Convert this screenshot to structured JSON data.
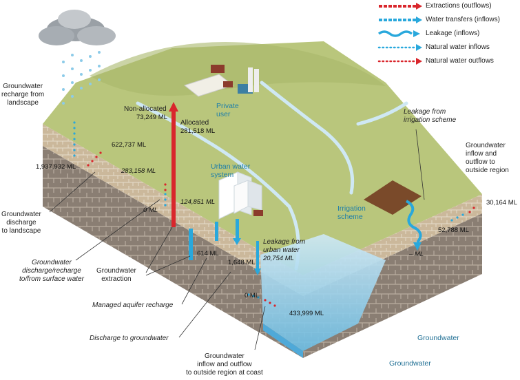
{
  "legend": [
    {
      "label": "Extractions (outflows)",
      "style": "dashed",
      "color": "#d9262c"
    },
    {
      "label": "Water transfers (inflows)",
      "style": "dashed",
      "color": "#29a8dc"
    },
    {
      "label": "Leakage (inflows)",
      "style": "wavy",
      "color": "#29a8dc"
    },
    {
      "label": "Natural water inflows",
      "style": "dotted",
      "color": "#29a8dc"
    },
    {
      "label": "Natural water outflows",
      "style": "dotted",
      "color": "#d9262c"
    }
  ],
  "labels": {
    "recharge_from_landscape": "Groundwater\nrecharge from\nlandscape",
    "discharge_to_landscape": "Groundwater\ndischarge\nto landscape",
    "discharge_recharge_surface": "Groundwater\ndischarge/recharge\nto/from surface water",
    "extraction": "Groundwater\nextraction",
    "managed_aquifer_recharge": "Managed aquifer recharge",
    "discharge_to_groundwater": "Discharge to groundwater",
    "inflow_outflow_coast": "Groundwater\ninflow and outflow\nto outside region at coast",
    "non_allocated": "Non-allocated",
    "allocated": "Allocated",
    "private_user": "Private\nuser",
    "urban_water_system": "Urban water\nsystem",
    "leakage_urban": "Leakage from\nurban water",
    "leakage_irrigation": "Leakage from\nirrigation scheme",
    "irrigation_scheme": "Irrigation\nscheme",
    "inflow_outflow_region": "Groundwater\ninflow and\noutflow to\noutside region",
    "groundwater_1": "Groundwater",
    "groundwater_2": "Groundwater"
  },
  "values": {
    "recharge_landscape": "1,937,932 ML",
    "discharge_landscape": "622,737 ML",
    "surface_discharge": "283,158 ML",
    "surface_recharge": "0 ML",
    "non_allocated": "73,249 ML",
    "allocated": "281,518 ML",
    "mar": "124,851 ML",
    "mar_inflow": "614 ML",
    "discharge_gw": "1,648 ML",
    "leakage_urban": "20,754 ML",
    "coast_inflow": "0 ML",
    "coast_outflow": "433,999 ML",
    "leakage_irrigation": "– ML",
    "region_inflow": "52,788 ML",
    "region_outflow": "30,164 ML"
  },
  "colors": {
    "extraction": "#d9262c",
    "inflow": "#29a8dc",
    "land": "#b8c47c",
    "soil": "#c8b596",
    "rock": "#8d8074",
    "water": "#9fd4ec"
  }
}
